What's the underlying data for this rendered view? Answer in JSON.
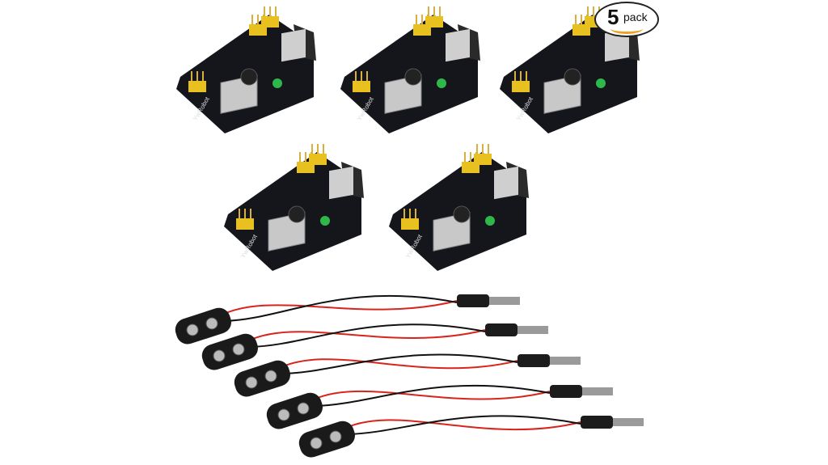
{
  "badge": {
    "count": "5",
    "label": "pack",
    "accent": "#f0a020"
  },
  "product": {
    "board_marking": "YwRobot",
    "board_count": 5,
    "cable_count": 5,
    "colors": {
      "pcb": "#15161c",
      "jumper": "#e8c020",
      "wire_red": "#d8241c",
      "wire_black": "#111111",
      "led": "#2fb84a"
    }
  }
}
